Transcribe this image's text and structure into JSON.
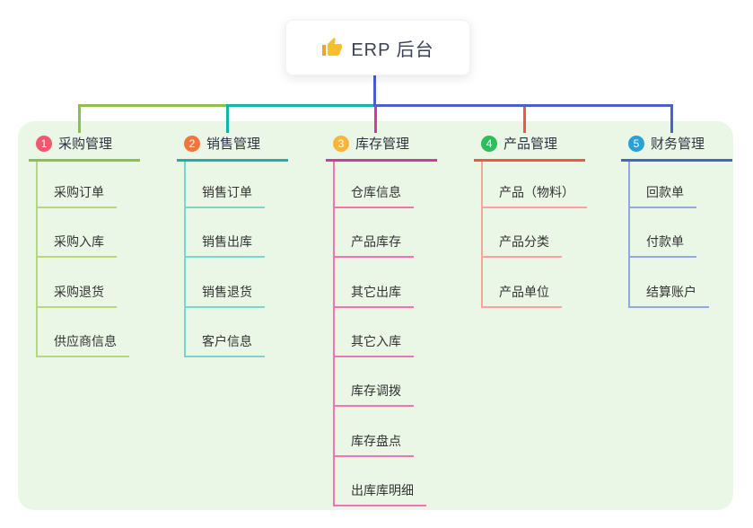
{
  "root": {
    "label": "ERP 后台",
    "icon": "thumbs-up-icon"
  },
  "panel": {
    "background": "#eaf7e6"
  },
  "root_connector_color": "#4a5fc8",
  "branches": [
    {
      "num": "1",
      "label": "采购管理",
      "badge_color": "#f0586f",
      "line_color": "#8ebf4d",
      "child_line_color": "#b4d77f",
      "children": [
        "采购订单",
        "采购入库",
        "采购退货",
        "供应商信息"
      ]
    },
    {
      "num": "2",
      "label": "销售管理",
      "badge_color": "#f2763c",
      "line_color": "#16b3ac",
      "child_line_color": "#7fd4cf",
      "children": [
        "销售订单",
        "销售出库",
        "销售退货",
        "客户信息"
      ]
    },
    {
      "num": "3",
      "label": "库存管理",
      "badge_color": "#d23a9d",
      "line_color": "#d23a9d",
      "badge_color_actual": "#f8b53a",
      "child_line_color": "#ee74b4",
      "children": [
        "仓库信息",
        "产品库存",
        "其它出库",
        "其它入库",
        "库存调拨",
        "库存盘点",
        "出库库明细"
      ]
    },
    {
      "num": "4",
      "label": "产品管理",
      "badge_color": "#2dbd5c",
      "line_color": "#f05352",
      "child_line_color": "#f9a39f",
      "children": [
        "产品（物料）",
        "产品分类",
        "产品单位"
      ]
    },
    {
      "num": "5",
      "label": "财务管理",
      "badge_color": "#2aa0d8",
      "line_color": "#4a62c8",
      "child_line_color": "#93a8df",
      "children": [
        "回款单",
        "付款单",
        "结算账户"
      ]
    }
  ]
}
